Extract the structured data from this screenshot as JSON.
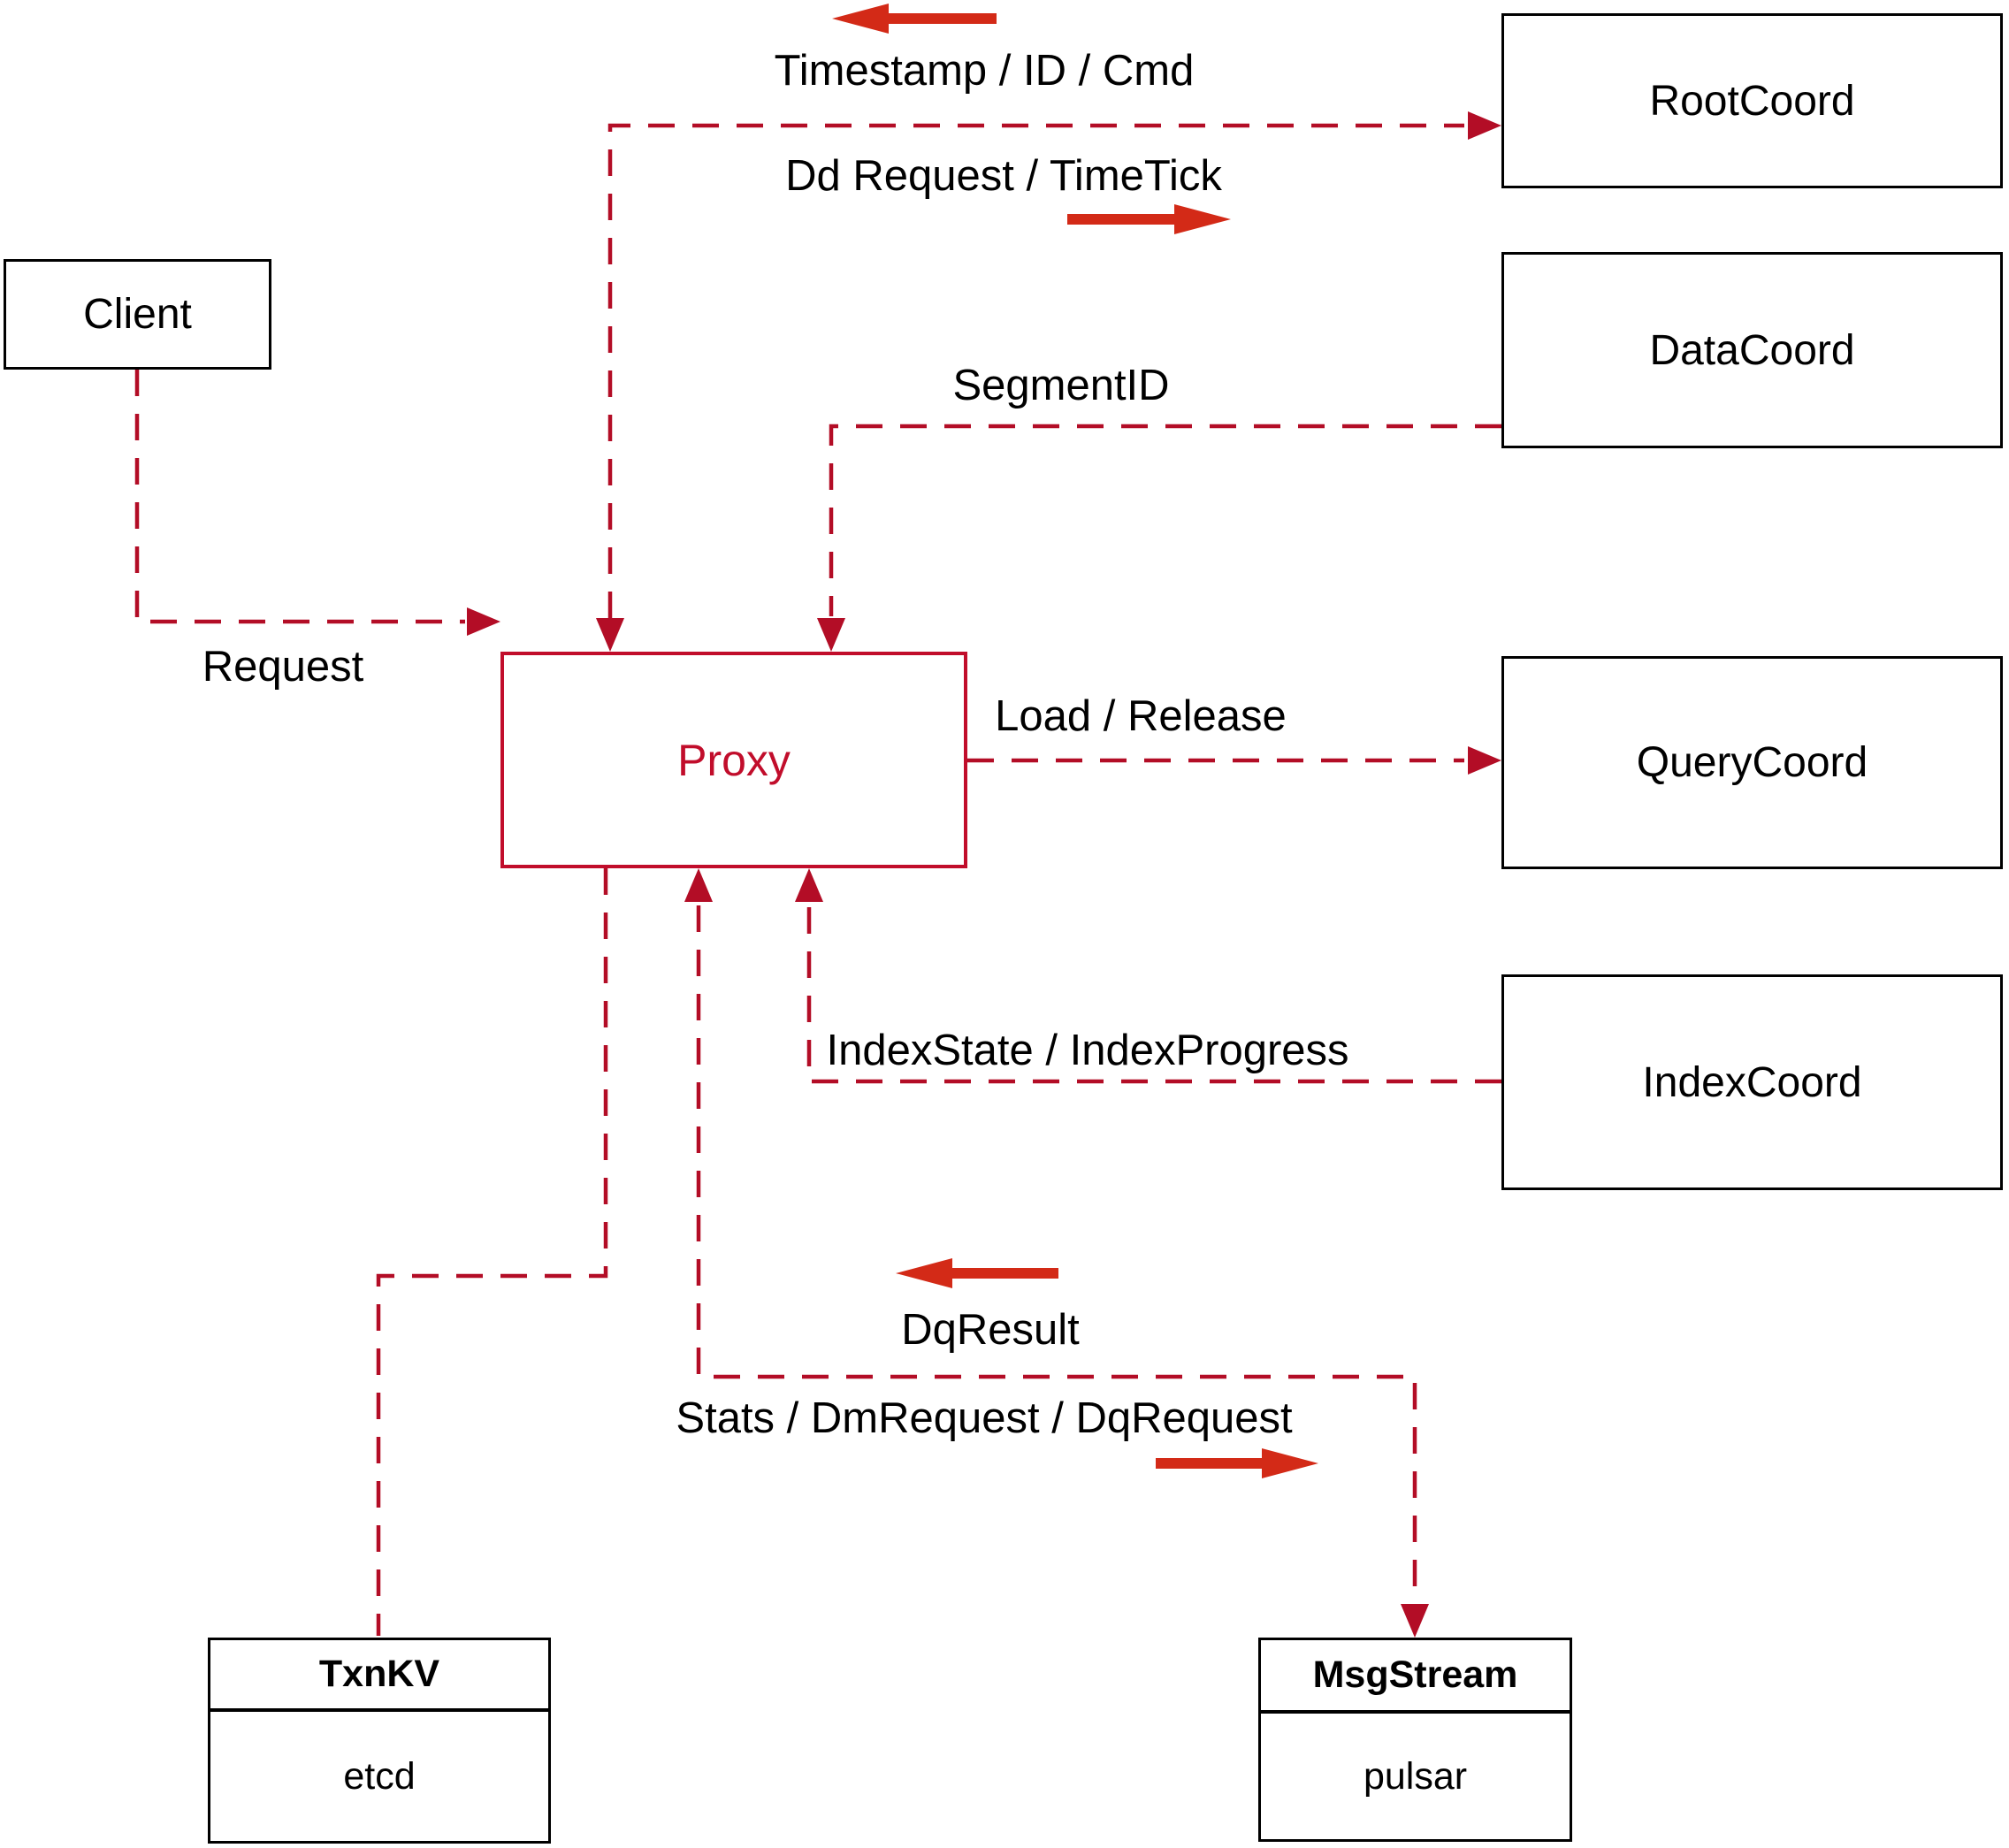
{
  "colors": {
    "connector_red": "#b30d26",
    "solid_arrow_red": "#d32a17",
    "proxy_red": "#c10d2b",
    "box_border_black": "#000000",
    "text_black": "#000000",
    "background": "#ffffff"
  },
  "nodes": {
    "client": {
      "label": "Client"
    },
    "proxy": {
      "label": "Proxy"
    },
    "root_coord": {
      "label": "RootCoord"
    },
    "data_coord": {
      "label": "DataCoord"
    },
    "query_coord": {
      "label": "QueryCoord"
    },
    "index_coord": {
      "label": "IndexCoord"
    },
    "txn_kv": {
      "title": "TxnKV",
      "impl": "etcd"
    },
    "msg_stream": {
      "title": "MsgStream",
      "impl": "pulsar"
    }
  },
  "edge_labels": {
    "request": "Request",
    "timestamp_id_cmd": "Timestamp / ID / Cmd",
    "dd_request_timetick": "Dd Request / TimeTick",
    "segment_id": "SegmentID",
    "load_release": "Load / Release",
    "index_state_progress": "IndexState / IndexProgress",
    "dq_result": "DqResult",
    "stats_dm_dq": "Stats / DmRequest / DqRequest"
  },
  "edges": [
    {
      "from": "Client",
      "to": "Proxy",
      "label": "Request",
      "direction": "to",
      "style": "dashed"
    },
    {
      "from": "Proxy",
      "to": "RootCoord",
      "labels": [
        "Timestamp / ID / Cmd",
        "Dd Request / TimeTick"
      ],
      "direction": "both",
      "style": "dashed"
    },
    {
      "from": "DataCoord",
      "to": "Proxy",
      "label": "SegmentID",
      "direction": "to",
      "style": "dashed"
    },
    {
      "from": "Proxy",
      "to": "QueryCoord",
      "label": "Load / Release",
      "direction": "to",
      "style": "dashed"
    },
    {
      "from": "IndexCoord",
      "to": "Proxy",
      "label": "IndexState / IndexProgress",
      "direction": "to",
      "style": "dashed"
    },
    {
      "from": "Proxy",
      "to": "TxnKV (etcd)",
      "direction": "none",
      "style": "dashed"
    },
    {
      "from": "Proxy",
      "to": "MsgStream (pulsar)",
      "labels": [
        "DqResult",
        "Stats / DmRequest / DqRequest"
      ],
      "direction": "both",
      "style": "dashed"
    }
  ]
}
